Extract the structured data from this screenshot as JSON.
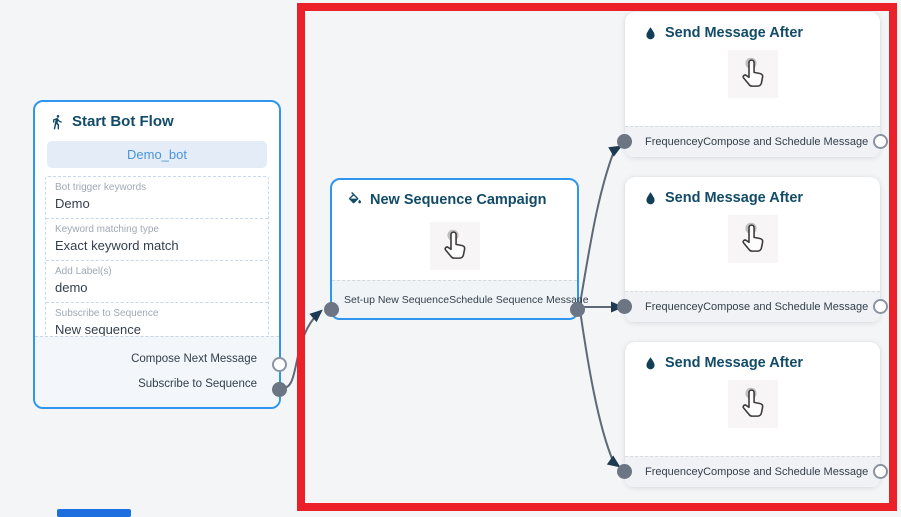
{
  "accent": {
    "node_border_blue": "#2e96ee",
    "highlight_red": "#eb2029",
    "title_navy": "#124b68",
    "edge_gray": "#5d6977",
    "arrow_navy": "#1e3a52"
  },
  "start_node": {
    "title": "Start Bot Flow",
    "icon": "walking-person-icon",
    "bot_name": "Demo_bot",
    "fields": [
      {
        "label": "Bot trigger keywords",
        "value": "Demo"
      },
      {
        "label": "Keyword matching type",
        "value": "Exact keyword match"
      },
      {
        "label": "Add Label(s)",
        "value": "demo"
      },
      {
        "label": "Subscribe to Sequence",
        "value": "New sequence"
      }
    ],
    "outputs": [
      {
        "label": "Compose Next Message",
        "connector": "open"
      },
      {
        "label": "Subscribe to Sequence",
        "connector": "filled"
      }
    ]
  },
  "campaign_node": {
    "title": "New Sequence Campaign",
    "icon": "paint-bucket-icon",
    "center_icon": "hand-cursor-click-icon",
    "left_port_label": "Set-up New Sequence",
    "right_port_label": "Schedule Sequence Message"
  },
  "send_nodes": [
    {
      "title": "Send Message After",
      "icon": "water-droplet-icon",
      "center_icon": "hand-cursor-click-icon",
      "input_label": "Frequencey",
      "output_label": "Compose and Schedule Message"
    },
    {
      "title": "Send Message After",
      "icon": "water-droplet-icon",
      "center_icon": "hand-cursor-click-icon",
      "input_label": "Frequencey",
      "output_label": "Compose and Schedule Message"
    },
    {
      "title": "Send Message After",
      "icon": "water-droplet-icon",
      "center_icon": "hand-cursor-click-icon",
      "input_label": "Frequencey",
      "output_label": "Compose and Schedule Message"
    }
  ]
}
